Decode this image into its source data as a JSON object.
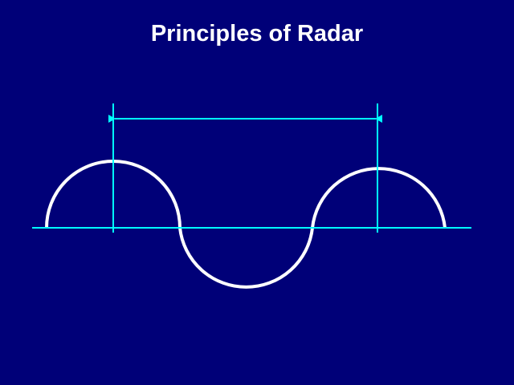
{
  "slide": {
    "title": "Principles of Radar"
  },
  "colors": {
    "background": "#000078",
    "axis": "#00FFFF",
    "wave": "#FFFFFF",
    "title": "#FFFFFF"
  },
  "diagram": {
    "description_type": "sine wave with wavelength marker",
    "cycles_shown": 1.5
  }
}
